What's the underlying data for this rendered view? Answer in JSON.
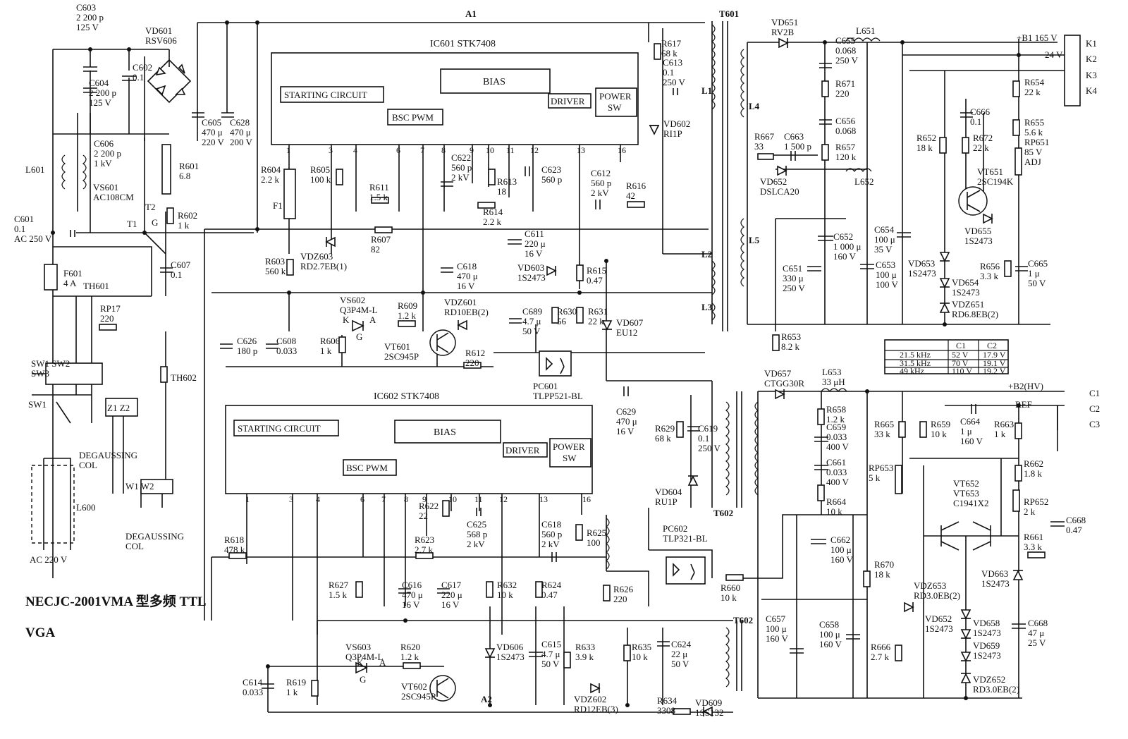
{
  "caption": {
    "line1": "NECJC-2001VMA 型多频 TTL",
    "line2": "VGA"
  },
  "ic601": {
    "title": "IC601 STK7408",
    "starting": "STARTING CIRCUIT",
    "bias": "BIAS",
    "bsc": "BSC PWM",
    "driver": "DRIVER",
    "power1": "POWER",
    "power2": "SW",
    "pins": [
      "1",
      "3",
      "4",
      "6",
      "7",
      "8",
      "9",
      "10",
      "11",
      "12",
      "13",
      "16"
    ]
  },
  "ic602": {
    "title": "IC602 STK7408",
    "starting": "STARTING CIRCUIT",
    "bias": "BIAS",
    "bsc": "BSC PWM",
    "driver": "DRIVER",
    "power1": "POWER",
    "power2": "SW",
    "pins": [
      "1",
      "3",
      "4",
      "6",
      "7",
      "8",
      "9",
      "10",
      "11",
      "12",
      "13",
      "16"
    ]
  },
  "nodes": {
    "a1": "A1",
    "a2": "A2",
    "t601": "T601",
    "t602a": "T602",
    "t602b": "T602",
    "l1": "L1",
    "l2": "L2",
    "l3": "L3",
    "l4": "L4",
    "l5": "L5"
  },
  "labels": [
    {
      "id": "c603",
      "lines": [
        "C603",
        "2 200 p",
        "125 V"
      ]
    },
    {
      "id": "vd601",
      "lines": [
        "VD601",
        "RSV606"
      ]
    },
    {
      "id": "c602",
      "lines": [
        "C602",
        "0.1"
      ]
    },
    {
      "id": "c604",
      "lines": [
        "C604",
        "2 200 p",
        "125 V"
      ]
    },
    {
      "id": "c605",
      "lines": [
        "C605",
        "470 μ",
        "220 V"
      ]
    },
    {
      "id": "c628",
      "lines": [
        "C628",
        "470 μ",
        "200 V"
      ]
    },
    {
      "id": "c606",
      "lines": [
        "C606",
        "2 200 p",
        "1 kV"
      ]
    },
    {
      "id": "l601",
      "lines": [
        "L601"
      ]
    },
    {
      "id": "vs601",
      "lines": [
        "VS601",
        "AC108CM"
      ]
    },
    {
      "id": "t2",
      "lines": [
        "T2"
      ]
    },
    {
      "id": "g1",
      "lines": [
        "G"
      ]
    },
    {
      "id": "t1",
      "lines": [
        "T1"
      ]
    },
    {
      "id": "r601",
      "lines": [
        "R601",
        "6.8"
      ]
    },
    {
      "id": "r602",
      "lines": [
        "R602",
        "1 k"
      ]
    },
    {
      "id": "c601",
      "lines": [
        "C601",
        "0.1",
        "AC 250 V"
      ]
    },
    {
      "id": "c607",
      "lines": [
        "C607",
        "0.1"
      ]
    },
    {
      "id": "f601",
      "lines": [
        "F601",
        "4 A"
      ]
    },
    {
      "id": "th601",
      "lines": [
        "TH601"
      ]
    },
    {
      "id": "rp17",
      "lines": [
        "RP17",
        "220"
      ]
    },
    {
      "id": "th602",
      "lines": [
        "TH602"
      ]
    },
    {
      "id": "sw",
      "lines": [
        "SW1 SW2",
        "SW3"
      ]
    },
    {
      "id": "sw1",
      "lines": [
        "SW1"
      ]
    },
    {
      "id": "z",
      "lines": [
        "Z1    Z2"
      ]
    },
    {
      "id": "deg1",
      "lines": [
        "DEGAUSSING",
        "COL"
      ]
    },
    {
      "id": "w",
      "lines": [
        "W1         W2"
      ]
    },
    {
      "id": "deg2",
      "lines": [
        "DEGAUSSING",
        "COL"
      ]
    },
    {
      "id": "l600",
      "lines": [
        "L600"
      ]
    },
    {
      "id": "ac220",
      "lines": [
        "AC 220 V"
      ]
    },
    {
      "id": "r604",
      "lines": [
        "R604",
        "2.2 k"
      ]
    },
    {
      "id": "f1",
      "lines": [
        "F1"
      ]
    },
    {
      "id": "r605",
      "lines": [
        "R605",
        "100 k"
      ]
    },
    {
      "id": "r611",
      "lines": [
        "R611",
        "1.5 k"
      ]
    },
    {
      "id": "c622",
      "lines": [
        "C622",
        "560 p",
        "2 kV"
      ]
    },
    {
      "id": "r613",
      "lines": [
        "R613",
        "18"
      ]
    },
    {
      "id": "c623",
      "lines": [
        "C623",
        "560 p"
      ]
    },
    {
      "id": "c612",
      "lines": [
        "C612",
        "560 p",
        "2 kV"
      ]
    },
    {
      "id": "r616",
      "lines": [
        "R616",
        "42"
      ]
    },
    {
      "id": "r614",
      "lines": [
        "R614",
        "2.2 k"
      ]
    },
    {
      "id": "r607",
      "lines": [
        "R607",
        "82"
      ]
    },
    {
      "id": "c611",
      "lines": [
        "C611",
        "220 μ",
        "16 V"
      ]
    },
    {
      "id": "r603",
      "lines": [
        "R603",
        "560 k"
      ]
    },
    {
      "id": "vdz603",
      "lines": [
        "VDZ603",
        "RD2.7EB(1)"
      ]
    },
    {
      "id": "c618a",
      "lines": [
        "C618",
        "470 μ",
        "16 V"
      ]
    },
    {
      "id": "vd603",
      "lines": [
        "VD603",
        "1S2473"
      ]
    },
    {
      "id": "r615",
      "lines": [
        "R615",
        "0.47"
      ]
    },
    {
      "id": "vs602",
      "lines": [
        "VS602",
        "Q3P4M-L"
      ]
    },
    {
      "id": "k1",
      "lines": [
        "K"
      ]
    },
    {
      "id": "a1p",
      "lines": [
        "A"
      ]
    },
    {
      "id": "g2",
      "lines": [
        "G"
      ]
    },
    {
      "id": "r609",
      "lines": [
        "R609",
        "1.2 k"
      ]
    },
    {
      "id": "vdz601",
      "lines": [
        "VDZ601",
        "RD10EB(2)"
      ]
    },
    {
      "id": "c689",
      "lines": [
        "C689",
        "4.7 μ",
        "50 V"
      ]
    },
    {
      "id": "r630",
      "lines": [
        "R630",
        "56"
      ]
    },
    {
      "id": "r631",
      "lines": [
        "R631",
        "22 k"
      ]
    },
    {
      "id": "vd607",
      "lines": [
        "VD607",
        "EU12"
      ]
    },
    {
      "id": "c626",
      "lines": [
        "C626",
        "180 p"
      ]
    },
    {
      "id": "c608",
      "lines": [
        "C608",
        "0.033"
      ]
    },
    {
      "id": "r606",
      "lines": [
        "R606",
        "1 k"
      ]
    },
    {
      "id": "vt601",
      "lines": [
        "VT601",
        "2SC945P"
      ]
    },
    {
      "id": "r612",
      "lines": [
        "R612",
        "220"
      ]
    },
    {
      "id": "pc601",
      "lines": [
        "PC601",
        "TLPP521-BL"
      ]
    },
    {
      "id": "c629",
      "lines": [
        "C629",
        "470 μ",
        "16 V"
      ]
    },
    {
      "id": "r629",
      "lines": [
        "R629",
        "68 k"
      ]
    },
    {
      "id": "c619",
      "lines": [
        "C619",
        "0.1",
        "250 V"
      ]
    },
    {
      "id": "vd604",
      "lines": [
        "VD604",
        "RU1P"
      ]
    },
    {
      "id": "r617",
      "lines": [
        "R617",
        "68 k"
      ]
    },
    {
      "id": "c613",
      "lines": [
        "C613",
        "0.1",
        "250 V"
      ]
    },
    {
      "id": "vd602",
      "lines": [
        "VD602",
        "RI1P"
      ]
    },
    {
      "id": "r622",
      "lines": [
        "R622",
        "22"
      ]
    },
    {
      "id": "c625",
      "lines": [
        "C625",
        "568 p",
        "2 kV"
      ]
    },
    {
      "id": "c618b",
      "lines": [
        "C618",
        "560 p",
        "2 kV"
      ]
    },
    {
      "id": "r625",
      "lines": [
        "R625",
        "100"
      ]
    },
    {
      "id": "r618",
      "lines": [
        "R618",
        "478 k"
      ]
    },
    {
      "id": "r623",
      "lines": [
        "R623",
        "2.7 k"
      ]
    },
    {
      "id": "r627",
      "lines": [
        "R627",
        "1.5 k"
      ]
    },
    {
      "id": "c616",
      "lines": [
        "C616",
        "470 μ",
        "16 V"
      ]
    },
    {
      "id": "c617",
      "lines": [
        "C617",
        "220 μ",
        "16 V"
      ]
    },
    {
      "id": "r632",
      "lines": [
        "R632",
        "10 k"
      ]
    },
    {
      "id": "r624",
      "lines": [
        "R624",
        "0.47"
      ]
    },
    {
      "id": "r626",
      "lines": [
        "R626",
        "220"
      ]
    },
    {
      "id": "pc602",
      "lines": [
        "PC602",
        "TLP321-BL"
      ]
    },
    {
      "id": "r660",
      "lines": [
        "R660",
        "10 k"
      ]
    },
    {
      "id": "vs603",
      "lines": [
        "VS603",
        "Q3P4M-L"
      ]
    },
    {
      "id": "k2",
      "lines": [
        "K"
      ]
    },
    {
      "id": "a2p",
      "lines": [
        "A"
      ]
    },
    {
      "id": "g3",
      "lines": [
        "G"
      ]
    },
    {
      "id": "r620",
      "lines": [
        "R620",
        "1.2 k"
      ]
    },
    {
      "id": "c614",
      "lines": [
        "C614",
        "0.033"
      ]
    },
    {
      "id": "r619",
      "lines": [
        "R619",
        "1 k"
      ]
    },
    {
      "id": "vt602",
      "lines": [
        "VT602",
        "2SC945P"
      ]
    },
    {
      "id": "vd606",
      "lines": [
        "VD606",
        "1S2473"
      ]
    },
    {
      "id": "c615",
      "lines": [
        "C615",
        "4.7 μ",
        "50 V"
      ]
    },
    {
      "id": "r633",
      "lines": [
        "R633",
        "3.9 k"
      ]
    },
    {
      "id": "r635",
      "lines": [
        "R635",
        "10 k"
      ]
    },
    {
      "id": "c624",
      "lines": [
        "C624",
        "22 μ",
        "50 V"
      ]
    },
    {
      "id": "vdz602",
      "lines": [
        "VDZ602",
        "RD12EB(3)"
      ]
    },
    {
      "id": "r634",
      "lines": [
        "R634",
        "3308"
      ]
    },
    {
      "id": "vd609",
      "lines": [
        "VD609",
        "1SS132"
      ]
    },
    {
      "id": "vd651",
      "lines": [
        "VD651",
        "RV2B"
      ]
    },
    {
      "id": "l651",
      "lines": [
        "L651"
      ]
    },
    {
      "id": "b1",
      "lines": [
        "+B1 165 V"
      ]
    },
    {
      "id": "v24",
      "lines": [
        "24 V"
      ]
    },
    {
      "id": "k1t",
      "lines": [
        "K1"
      ]
    },
    {
      "id": "k2t",
      "lines": [
        "K2"
      ]
    },
    {
      "id": "k3t",
      "lines": [
        "K3"
      ]
    },
    {
      "id": "k4t",
      "lines": [
        "K4"
      ]
    },
    {
      "id": "c655",
      "lines": [
        "C655",
        "0.068",
        "250 V"
      ]
    },
    {
      "id": "r671",
      "lines": [
        "R671",
        "220"
      ]
    },
    {
      "id": "r654",
      "lines": [
        "R654",
        "22 k"
      ]
    },
    {
      "id": "c666",
      "lines": [
        "C666",
        "0.1"
      ]
    },
    {
      "id": "r655",
      "lines": [
        "R655",
        "5.6 k"
      ]
    },
    {
      "id": "c656",
      "lines": [
        "C656",
        "0.068"
      ]
    },
    {
      "id": "r667",
      "lines": [
        "R667",
        "33"
      ]
    },
    {
      "id": "c663",
      "lines": [
        "C663",
        "1 500 p"
      ]
    },
    {
      "id": "r657",
      "lines": [
        "R657",
        "120 k"
      ]
    },
    {
      "id": "r652",
      "lines": [
        "R652",
        "18 k"
      ]
    },
    {
      "id": "r672",
      "lines": [
        "R672",
        "22 k"
      ]
    },
    {
      "id": "rp651",
      "lines": [
        "RP651",
        "85 V",
        "ADJ"
      ]
    },
    {
      "id": "vd652",
      "lines": [
        "VD652",
        "DSLCA20"
      ]
    },
    {
      "id": "l652",
      "lines": [
        "L652"
      ]
    },
    {
      "id": "vt651",
      "lines": [
        "VT651",
        "2SC194K"
      ]
    },
    {
      "id": "vd655",
      "lines": [
        "VD655",
        "1S2473"
      ]
    },
    {
      "id": "c652",
      "lines": [
        "C652",
        "1 000 μ",
        "160 V"
      ]
    },
    {
      "id": "c654",
      "lines": [
        "C654",
        "100 μ",
        "35 V"
      ]
    },
    {
      "id": "c651",
      "lines": [
        "C651",
        "330 μ",
        "250 V"
      ]
    },
    {
      "id": "c653",
      "lines": [
        "C653",
        "100 μ",
        "100 V"
      ]
    },
    {
      "id": "vd653",
      "lines": [
        "VD653",
        "1S2473"
      ]
    },
    {
      "id": "vd654",
      "lines": [
        "VD654",
        "1S2473"
      ]
    },
    {
      "id": "r656",
      "lines": [
        "R656",
        "3.3 k"
      ]
    },
    {
      "id": "c665",
      "lines": [
        "C665",
        "1 μ",
        "50 V"
      ]
    },
    {
      "id": "vdz651",
      "lines": [
        "VDZ651",
        "RD6.8EB(2)"
      ]
    },
    {
      "id": "r653",
      "lines": [
        "R653",
        "8.2 k"
      ]
    },
    {
      "id": "vd657",
      "lines": [
        "VD657",
        "CTGG30R"
      ]
    },
    {
      "id": "l653",
      "lines": [
        "L653",
        "33 μH"
      ]
    },
    {
      "id": "b2",
      "lines": [
        "+B2(HV)"
      ]
    },
    {
      "id": "ref",
      "lines": [
        "REF"
      ]
    },
    {
      "id": "c1t",
      "lines": [
        "C1"
      ]
    },
    {
      "id": "c2t",
      "lines": [
        "C2"
      ]
    },
    {
      "id": "c3t",
      "lines": [
        "C3"
      ]
    },
    {
      "id": "r658",
      "lines": [
        "R658",
        "1.2 k"
      ]
    },
    {
      "id": "c659",
      "lines": [
        "C659",
        "0.033",
        "400 V"
      ]
    },
    {
      "id": "r665",
      "lines": [
        "R665",
        "33 k"
      ]
    },
    {
      "id": "r659",
      "lines": [
        "R659",
        "10 k"
      ]
    },
    {
      "id": "c664",
      "lines": [
        "C664",
        "1 μ",
        "160 V"
      ]
    },
    {
      "id": "r663",
      "lines": [
        "R663",
        "1 k"
      ]
    },
    {
      "id": "c661",
      "lines": [
        "C661",
        "0.033",
        "400 V"
      ]
    },
    {
      "id": "r664",
      "lines": [
        "R664",
        "10 k"
      ]
    },
    {
      "id": "rp653",
      "lines": [
        "RP653",
        "5 k"
      ]
    },
    {
      "id": "r662",
      "lines": [
        "R662",
        "1.8 k"
      ]
    },
    {
      "id": "vt652",
      "lines": [
        "VT652",
        "VT653",
        "C1941X2"
      ]
    },
    {
      "id": "rp652",
      "lines": [
        "RP652",
        "2 k"
      ]
    },
    {
      "id": "c668a",
      "lines": [
        "C668",
        "0.47"
      ]
    },
    {
      "id": "c662",
      "lines": [
        "C662",
        "100 μ",
        "160 V"
      ]
    },
    {
      "id": "r661",
      "lines": [
        "R661",
        "3.3 k"
      ]
    },
    {
      "id": "r670",
      "lines": [
        "R670",
        "18 k"
      ]
    },
    {
      "id": "vdz653",
      "lines": [
        "VDZ653",
        "RD3.0EB(2)"
      ]
    },
    {
      "id": "vd663",
      "lines": [
        "VD663",
        "1S2473"
      ]
    },
    {
      "id": "vd652b",
      "lines": [
        "VD652",
        "1S2473"
      ]
    },
    {
      "id": "vd658",
      "lines": [
        "VD658",
        "1S2473"
      ]
    },
    {
      "id": "c668b",
      "lines": [
        "C668",
        "47 μ",
        "25 V"
      ]
    },
    {
      "id": "c657",
      "lines": [
        "C657",
        "100 μ",
        "160 V"
      ]
    },
    {
      "id": "c658",
      "lines": [
        "C658",
        "100 μ",
        "160 V"
      ]
    },
    {
      "id": "r666",
      "lines": [
        "R666",
        "2.7 k"
      ]
    },
    {
      "id": "vd659",
      "lines": [
        "VD659",
        "1S2473"
      ]
    },
    {
      "id": "vdz652",
      "lines": [
        "VDZ652",
        "RD3.0EB(2)"
      ]
    }
  ],
  "table": {
    "header": [
      "",
      "C1",
      "C2"
    ],
    "rows": [
      [
        "21.5 kHz",
        "52 V",
        "17.9 V"
      ],
      [
        "31.5 kHz",
        "70 V",
        "19.1 V"
      ],
      [
        "49 kHz",
        "110 V",
        "19.2 V"
      ]
    ]
  }
}
